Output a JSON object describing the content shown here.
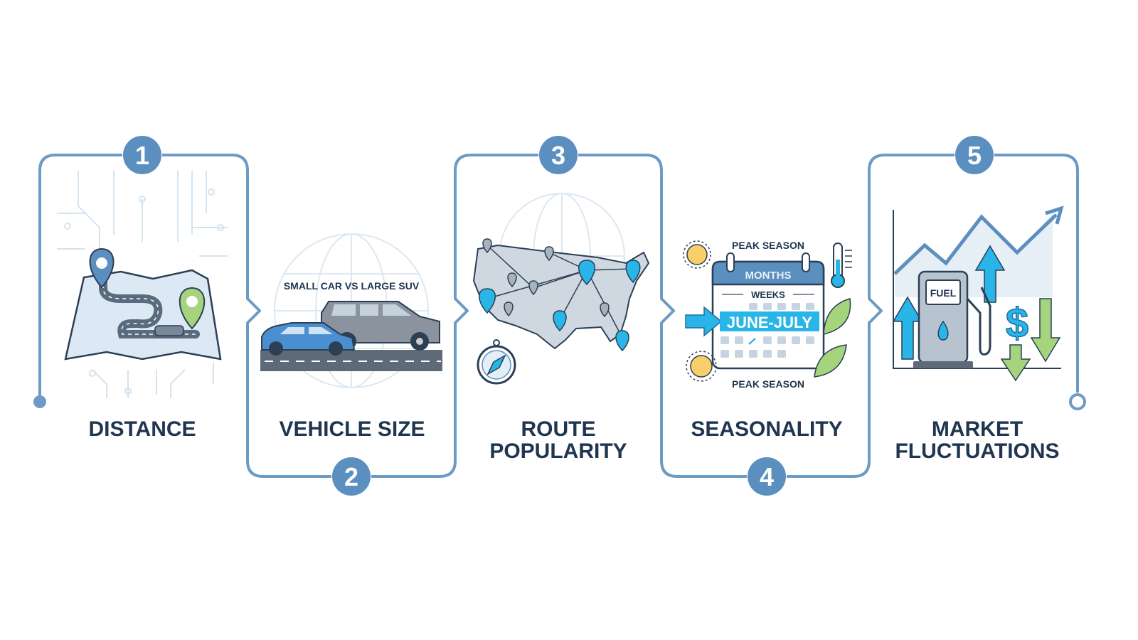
{
  "steps": [
    {
      "number": "1",
      "title_lines": [
        "DISTANCE"
      ]
    },
    {
      "number": "2",
      "title_lines": [
        "VEHICLE SIZE"
      ],
      "caption": "SMALL CAR VS LARGE SUV"
    },
    {
      "number": "3",
      "title_lines": [
        "ROUTE",
        "POPULARITY"
      ]
    },
    {
      "number": "4",
      "title_lines": [
        "SEASONALITY"
      ],
      "peak_top": "PEAK SEASON",
      "peak_bottom": "PEAK SEASON",
      "months": "MONTHS",
      "weeks": "WEEKS",
      "highlight": "JUNE-JULY"
    },
    {
      "number": "5",
      "title_lines": [
        "MARKET",
        "FLUCTUATIONS"
      ],
      "pump_label": "FUEL",
      "dollar": "$"
    }
  ],
  "colors": {
    "frame": "#6c9bc6",
    "badge": "#5b8fbf",
    "text": "#1f3550",
    "accent": "#29b5e8",
    "green": "#8cc76a"
  }
}
